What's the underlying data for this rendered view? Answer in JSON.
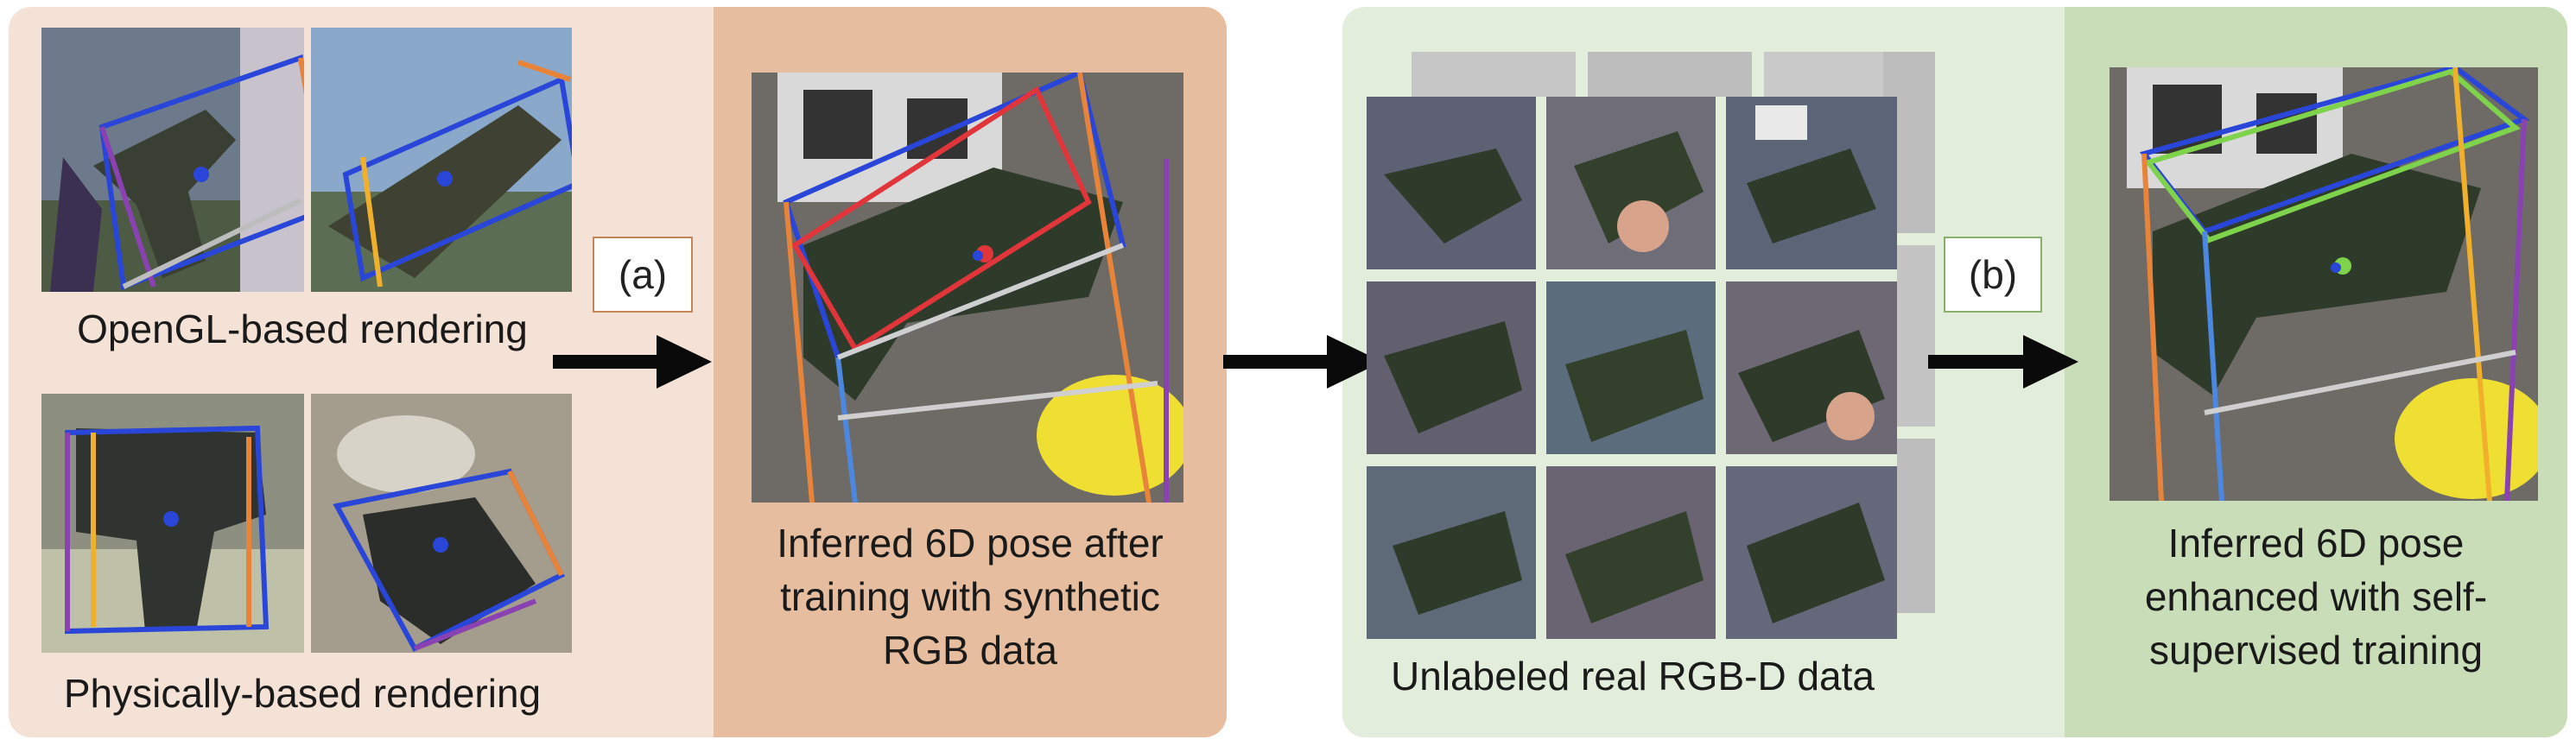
{
  "colors": {
    "panel_a_light": "#f4e2d6",
    "panel_a_dark": "#e6be9f",
    "panel_b_light": "#e2eedb",
    "panel_b_dark": "#c9ddb9",
    "tag_a_border": "#c7865a",
    "tag_b_border": "#8bb06e",
    "arrow": "#0a0a0a"
  },
  "labels": {
    "opengl": "OpenGL-based rendering",
    "physical": "Physically-based rendering",
    "inferred_line1": "Inferred 6D pose after",
    "inferred_line2": "training with synthetic",
    "inferred_line3": "RGB data",
    "unlabeled": "Unlabeled real RGB-D data",
    "enhanced_line1": "Inferred 6D pose",
    "enhanced_line2": "enhanced with self-",
    "enhanced_line3": "supervised training"
  },
  "tags": {
    "a": "(a)",
    "b": "(b)"
  }
}
